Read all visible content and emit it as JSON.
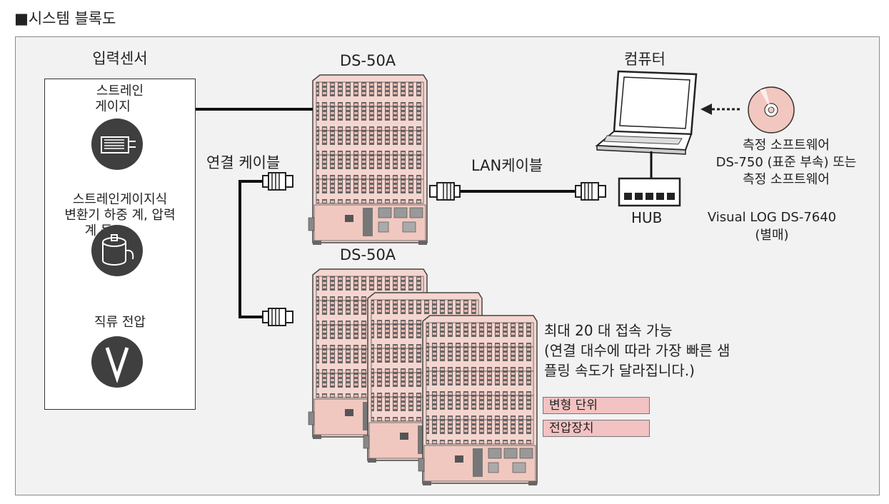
{
  "title": "■시스템 블록도",
  "sensors": {
    "title": "입력센서",
    "items": [
      {
        "label_lines": [
          "스트레인",
          "게이지"
        ],
        "icon": "strain-gauge-icon"
      },
      {
        "label_lines": [
          "스트레인게이지식",
          "변환기 하중 계, 압력",
          "계 등"
        ],
        "icon": "load-cell-icon"
      },
      {
        "label_lines": [
          "직류 전압"
        ],
        "icon": "voltage-v-icon"
      }
    ]
  },
  "device_top": {
    "label": "DS-50A"
  },
  "device_bottom": {
    "label": "DS-50A"
  },
  "cable_link": {
    "label": "연결 케이블"
  },
  "cable_lan": {
    "label": "LAN케이블"
  },
  "computer": {
    "label": "컴퓨터"
  },
  "hub": {
    "label": "HUB"
  },
  "software": {
    "lines": [
      "측정 소프트웨어",
      "DS-750 (표준 부속) 또는",
      "측정 소프트웨어"
    ],
    "extra_lines": [
      "Visual LOG DS-7640",
      "(별매)"
    ]
  },
  "note": {
    "lines": [
      "최대 20 대 접속 가능",
      "(연결 대수에 따라 가장 빠른 샘",
      "플링 속도가 달라집니다.)"
    ]
  },
  "tags": [
    "변형 단위",
    "전압장치"
  ],
  "colors": {
    "device_fill": "#f5d5cf",
    "device_stroke": "#444444",
    "tag_fill": "#f3c2c2",
    "icon_fill": "#3f3f3f"
  }
}
